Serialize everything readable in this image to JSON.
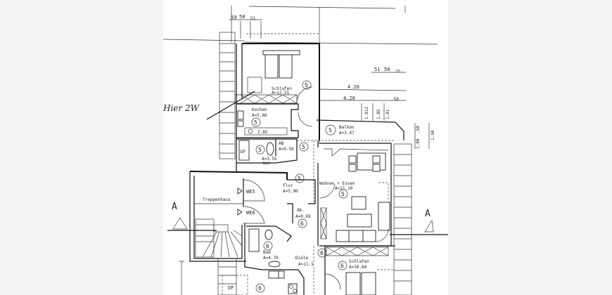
{
  "drawing": {
    "background_color": "#f4f4f4",
    "paper_color": "#ffffff",
    "ink_color": "#111111",
    "rooms": [
      {
        "id": "schlafen-top",
        "name": "Schlafen",
        "area": "A=12.55",
        "marker": "5"
      },
      {
        "id": "kochen",
        "name": "Kochen",
        "area": "A=5.66",
        "marker": "5"
      },
      {
        "id": "abstell-top",
        "name": "AB",
        "area": "A=0.50",
        "marker": "5"
      },
      {
        "id": "bad-top",
        "name": "Bad",
        "area": "A=3.55",
        "marker": "5"
      },
      {
        "id": "balkon",
        "name": "Balkon",
        "area": "A=3.47",
        "marker": "5"
      },
      {
        "id": "flur",
        "name": "Flur",
        "area": "A=5.00",
        "marker": "5"
      },
      {
        "id": "wohnen-essen",
        "name": "Wohnen + Essen",
        "area": "A=21.10",
        "marker": "5"
      },
      {
        "id": "treppenhaus",
        "name": "Treppenhaus",
        "area": "",
        "marker": ""
      },
      {
        "id": "abstell-bottom",
        "name": "Ab.",
        "area": "A=0.69",
        "marker": "6"
      },
      {
        "id": "bad-bottom",
        "name": "Bad",
        "area": "A=4.70",
        "marker": "6"
      },
      {
        "id": "diele",
        "name": "Diele",
        "area": "A=11.1",
        "marker": "6"
      },
      {
        "id": "schlafen-bottom",
        "name": "Schlafen",
        "area": "A=10.84",
        "marker": "6"
      },
      {
        "id": "df-bottom",
        "name": "DF",
        "area": "",
        "marker": "6"
      }
    ],
    "labels": {
      "we5": "WE5",
      "we6": "WE6",
      "df_top": "DF",
      "wm_area": "2.85",
      "section_left": "A",
      "section_right": "A",
      "handwritten_note": "Hier 2W"
    },
    "dimensions": {
      "top_dim_1": "59",
      "top_dim_2": "50",
      "top_dim_3": "51",
      "right_dim_1": "51",
      "right_dim_2": "50",
      "right_dim_3": "55",
      "balcony_width_1": "4.20",
      "balcony_width_2": "4.20",
      "balcony_width_3": ".50",
      "balcony_v_1": "1.012",
      "balcony_v_2": "1.05",
      "balcony_v_3": "1.01",
      "side_dim_1": "1.00",
      "side_dim_2": ".50",
      "side_dim_3": "1.50"
    }
  }
}
